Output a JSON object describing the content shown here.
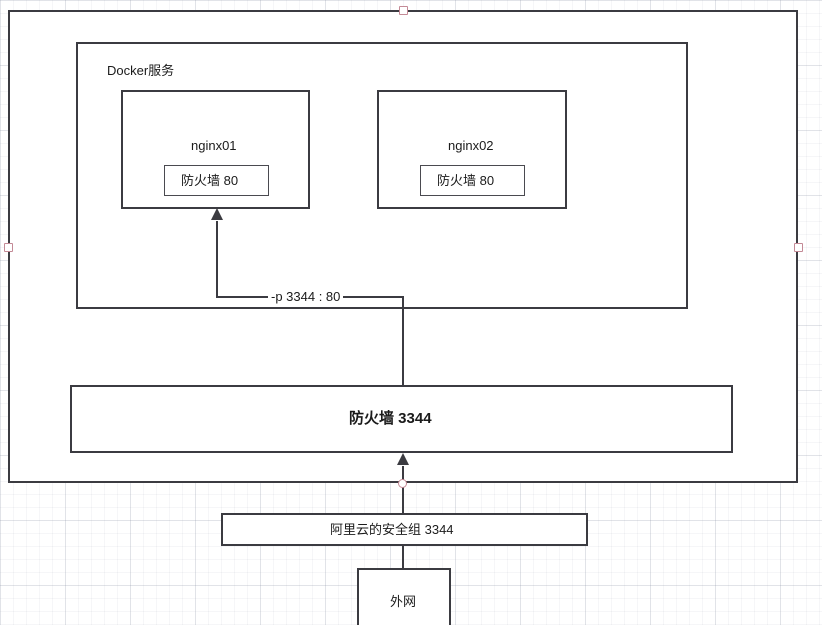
{
  "diagram": {
    "title": "Docker port mapping / firewall diagram",
    "outer_container": {
      "label": ""
    },
    "docker": {
      "label": "Docker服务"
    },
    "containers": [
      {
        "name": "nginx01",
        "firewall_label": "防火墙  80"
      },
      {
        "name": "nginx02",
        "firewall_label": "防火墙  80"
      }
    ],
    "port_mapping_label": "-p 3344 : 80",
    "host_firewall": {
      "label": "防火墙   3344"
    },
    "security_group": {
      "label": "阿里云的安全组   3344"
    },
    "external_network": {
      "label": "外网"
    },
    "colors": {
      "stroke": "#3b3b41",
      "handle": "#c48a96",
      "background": "#ffffff",
      "grid": "#7882961f"
    },
    "handles": [
      {
        "name": "top-center-handle"
      },
      {
        "name": "left-middle-handle"
      },
      {
        "name": "right-middle-handle"
      },
      {
        "name": "bottom-center-handle"
      }
    ]
  }
}
